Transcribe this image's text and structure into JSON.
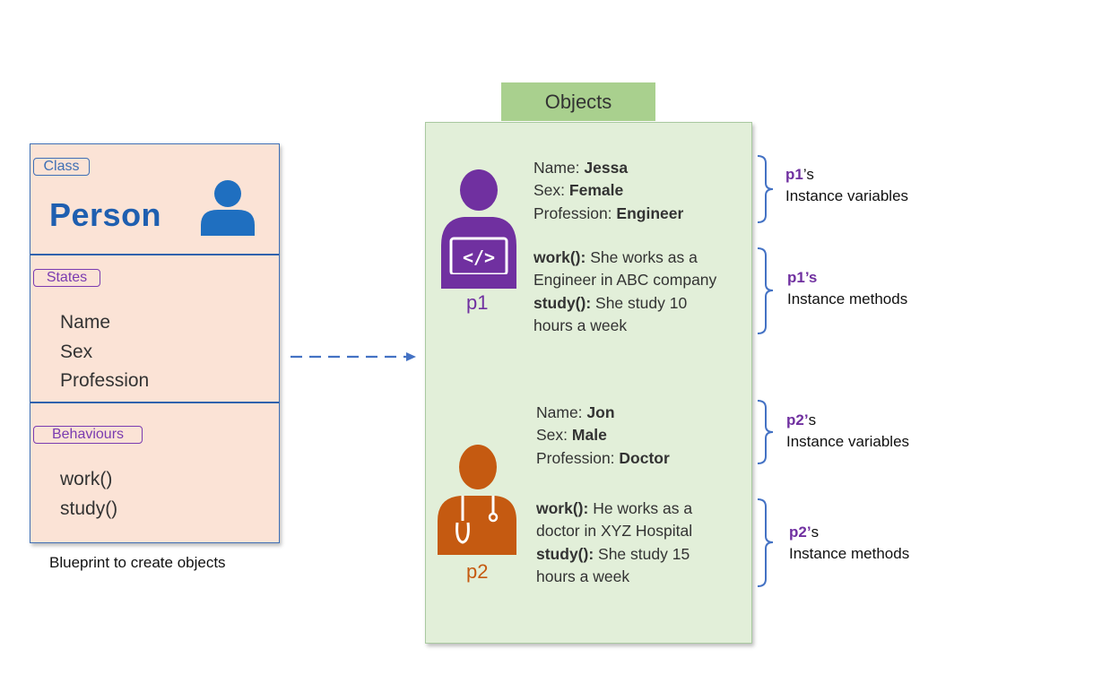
{
  "class_box": {
    "class_tag": "Class",
    "class_name": "Person",
    "states_tag": "States",
    "states": [
      "Name",
      "Sex",
      "Profession"
    ],
    "behaviours_tag": "Behaviours",
    "behaviours": [
      "work()",
      "study()"
    ],
    "caption": "Blueprint to create objects"
  },
  "objects": {
    "header": "Objects",
    "p1": {
      "label": "p1",
      "name_key": "Name:",
      "name_val": "Jessa",
      "sex_key": "Sex:",
      "sex_val": "Female",
      "prof_key": "Profession:",
      "prof_val": "Engineer",
      "work_key": "work():",
      "work_line1": " She works as a",
      "work_line2": "Engineer in ABC company",
      "study_key": "study():",
      "study_line1": " She study 10",
      "study_line2": "hours a week"
    },
    "p2": {
      "label": "p2",
      "name_key": "Name:",
      "name_val": "Jon",
      "sex_key": "Sex:",
      "sex_val": "Male",
      "prof_key": "Profession:",
      "prof_val": "Doctor",
      "work_key": "work():",
      "work_line1": " He works as a",
      "work_line2": "doctor in XYZ Hospital",
      "study_key": "study():",
      "study_line1": " She study 15",
      "study_line2": "hours a week"
    }
  },
  "annotations": {
    "p1_vars_who": "p1",
    "p1_vars_suffix": "’s",
    "p1_vars_text": "Instance variables",
    "p1_methods_who": "p1’s",
    "p1_methods_text": "Instance methods",
    "p2_vars_who": "p2’",
    "p2_vars_suffix": "s",
    "p2_vars_text": "Instance variables",
    "p2_methods_who": "p2’",
    "p2_methods_suffix": "s",
    "p2_methods_text": "Instance methods"
  },
  "colors": {
    "class_fill": "#fbe3d6",
    "class_border": "#3e6fb5",
    "objects_fill": "#e2efd9",
    "objects_header": "#a9d08e",
    "p1_icon": "#7030a0",
    "p2_icon": "#c55a11",
    "arrow": "#4472c4",
    "brace": "#4472c4"
  }
}
